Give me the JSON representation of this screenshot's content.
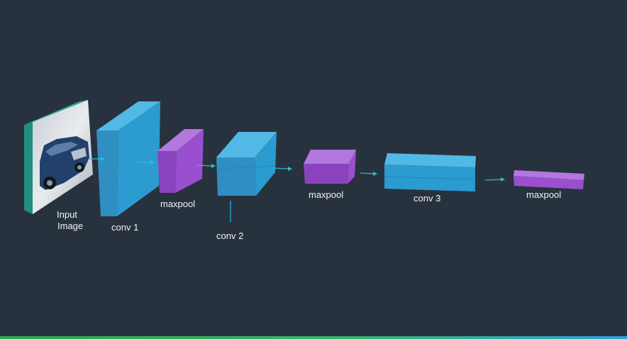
{
  "labels": {
    "input_line1": "Input",
    "input_line2": "Image",
    "conv1": "conv 1",
    "maxpool1": "maxpool",
    "conv2": "conv 2",
    "maxpool2": "maxpool",
    "conv3": "conv 3",
    "maxpool3": "maxpool"
  },
  "colors": {
    "background": "#28323f",
    "conv": "#2b9bd0",
    "maxpool": "#9a4fcf",
    "arrow": "#27c0c9",
    "input_edge": "#1f8f7f"
  }
}
